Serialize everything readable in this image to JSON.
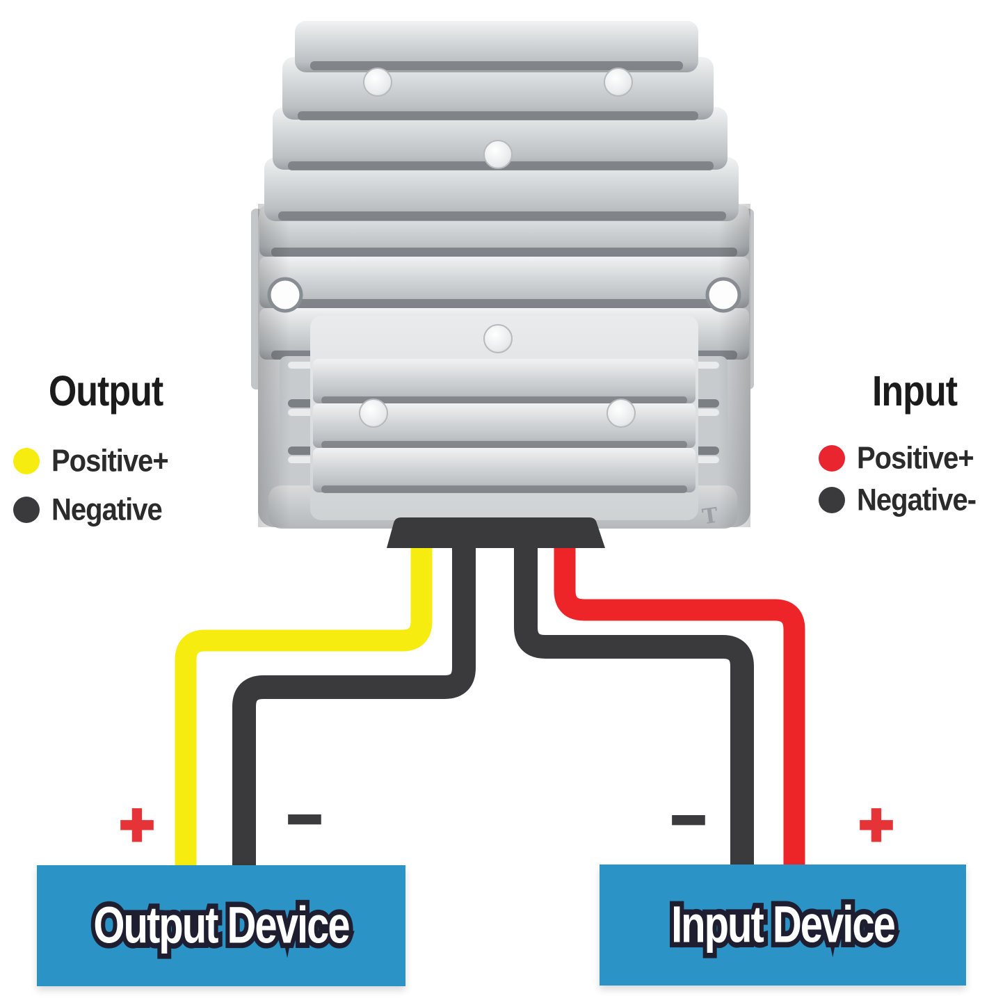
{
  "colors": {
    "background": "#ffffff",
    "box_blue": "#2b93c5",
    "wire_yellow": "#f7ec0f",
    "wire_red": "#ed2528",
    "wire_black": "#3a3a3c",
    "bullet_yellow": "#f7ec0f",
    "bullet_red": "#e92530",
    "bullet_black": "#3a3a3c",
    "polarity_red": "#e63338",
    "polarity_dark": "#3b3b3d",
    "legend_text": "#1b1b1b",
    "box_text_fill": "#ffffff",
    "box_text_outline": "#1e1e30"
  },
  "output_legend": {
    "title": "Output",
    "positive": "Positive+",
    "negative": "Negative"
  },
  "input_legend": {
    "title": "Input",
    "positive": "Positive+",
    "negative": "Negative-"
  },
  "output_side": {
    "box_label": "Output Device",
    "plus": "+",
    "minus": "−"
  },
  "input_side": {
    "box_label": "Input Device",
    "plus": "+",
    "minus": "−"
  },
  "device": {
    "t_mark": "T"
  }
}
